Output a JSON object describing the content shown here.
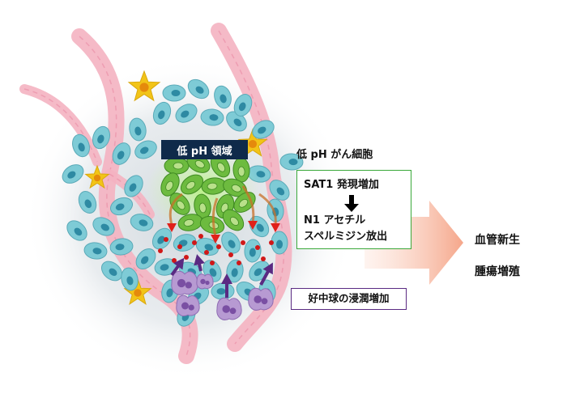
{
  "labels": {
    "low_ph_region": "低 pH 領域",
    "low_ph_cancer_cell": "低 pH がん細胞",
    "sat1_increase": "SAT1 発現増加",
    "n1_acetyl": "N1 アセチル",
    "spermidine_release": "スペルミジン放出",
    "neutrophil_infiltration": "好中球の浸潤増加",
    "angiogenesis": "血管新生",
    "tumor_growth": "腫瘍増殖"
  },
  "colors": {
    "tumor_cell": "#7ecbd6",
    "tumor_nucleus": "#2e8aa3",
    "low_ph_cell": "#6dbb3f",
    "vessel": "#f4b3c1",
    "fibroblast": "#f2c418",
    "neutrophil": "#b79ad2",
    "arrow_purple": "#5a2a82",
    "polyamine_dot": "#d01818",
    "box_green": "#3aa83a",
    "region_label_bg": "#0f2a4a"
  }
}
